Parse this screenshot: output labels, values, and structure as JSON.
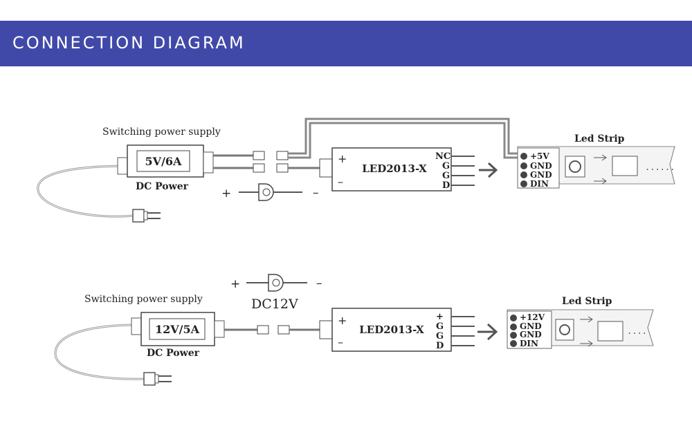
{
  "header": {
    "title": "CONNECTION DIAGRAM",
    "bg_color": "#4149a8"
  },
  "diagram1": {
    "psu_title": "Switching power supply",
    "psu_rating": "5V/6A",
    "psu_caption": "DC Power",
    "jack_plus": "+",
    "jack_minus": "–",
    "controller_label": "LED2013-X",
    "controller_plus": "+",
    "controller_minus": "–",
    "controller_pins": [
      "NC",
      "G",
      "G",
      "D"
    ],
    "strip_title": "Led Strip",
    "strip_pins": [
      "+5V",
      "GND",
      "GND",
      "DIN"
    ]
  },
  "diagram2": {
    "psu_title": "Switching power supply",
    "psu_rating": "12V/5A",
    "psu_caption": "DC Power",
    "jack_plus": "+",
    "jack_minus": "–",
    "jack_voltage": "DC12V",
    "controller_label": "LED2013-X",
    "controller_plus": "+",
    "controller_minus": "–",
    "controller_pins": [
      "+",
      "G",
      "G",
      "D"
    ],
    "strip_title": "Led Strip",
    "strip_pins": [
      "+12V",
      "GND",
      "GND",
      "DIN"
    ]
  }
}
